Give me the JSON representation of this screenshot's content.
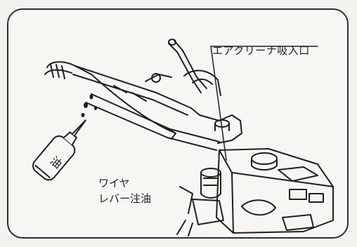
{
  "callouts": {
    "air_intake": "エアクリーナ吸入口",
    "wire_line1": "ワイヤ",
    "wire_line2": "レバー注油"
  },
  "oil_can": {
    "label": "油"
  },
  "colors": {
    "ink": "#1f1f1f",
    "paper": "#f7f6f2"
  }
}
